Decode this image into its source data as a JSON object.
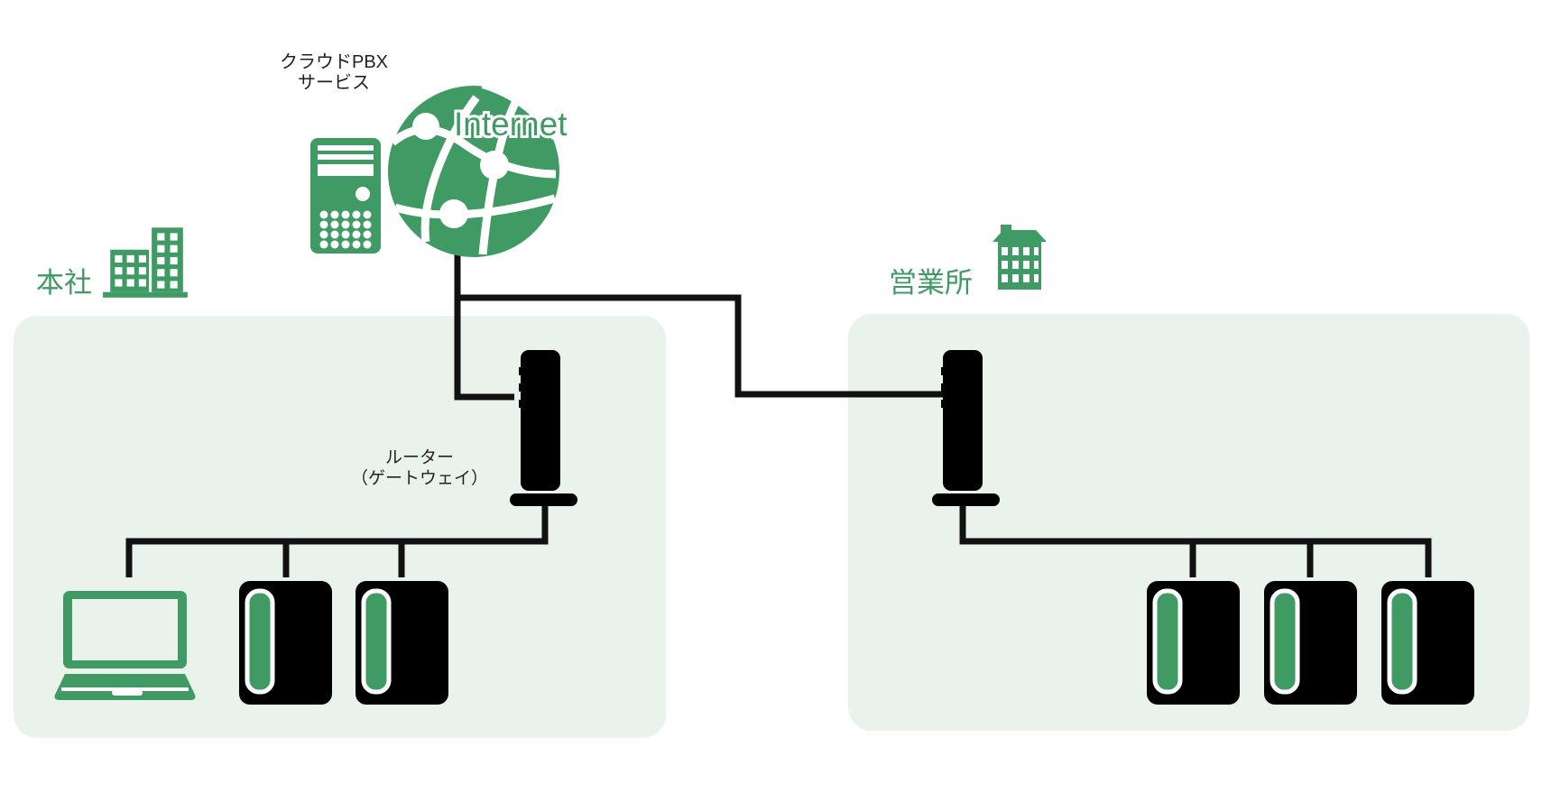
{
  "colors": {
    "green": "#3F9B63",
    "box_fill": "#E9F3EC",
    "line": "#111111",
    "text_dark": "#222222",
    "white": "#FFFFFF"
  },
  "cloud_service": {
    "label_line1": "クラウドPBX",
    "label_line2": "サービス",
    "internet_label": "Internet",
    "icons": [
      "server-tower-icon",
      "internet-globe-icon"
    ]
  },
  "sites": {
    "headquarters": {
      "label": "本社",
      "icon": "office-buildings-icon",
      "router_label_line1": "ルーター",
      "router_label_line2": "（ゲートウェイ）",
      "router_icon": "router-gateway-icon",
      "devices": [
        "laptop",
        "desk-phone",
        "desk-phone"
      ]
    },
    "branch": {
      "label": "営業所",
      "icon": "small-building-icon",
      "router_icon": "router-gateway-icon",
      "devices": [
        "desk-phone",
        "desk-phone",
        "desk-phone"
      ]
    }
  },
  "connections": [
    "internet-to-hq-router",
    "internet-to-branch-router",
    "hq-router-to-lan-devices",
    "branch-router-to-lan-devices"
  ]
}
